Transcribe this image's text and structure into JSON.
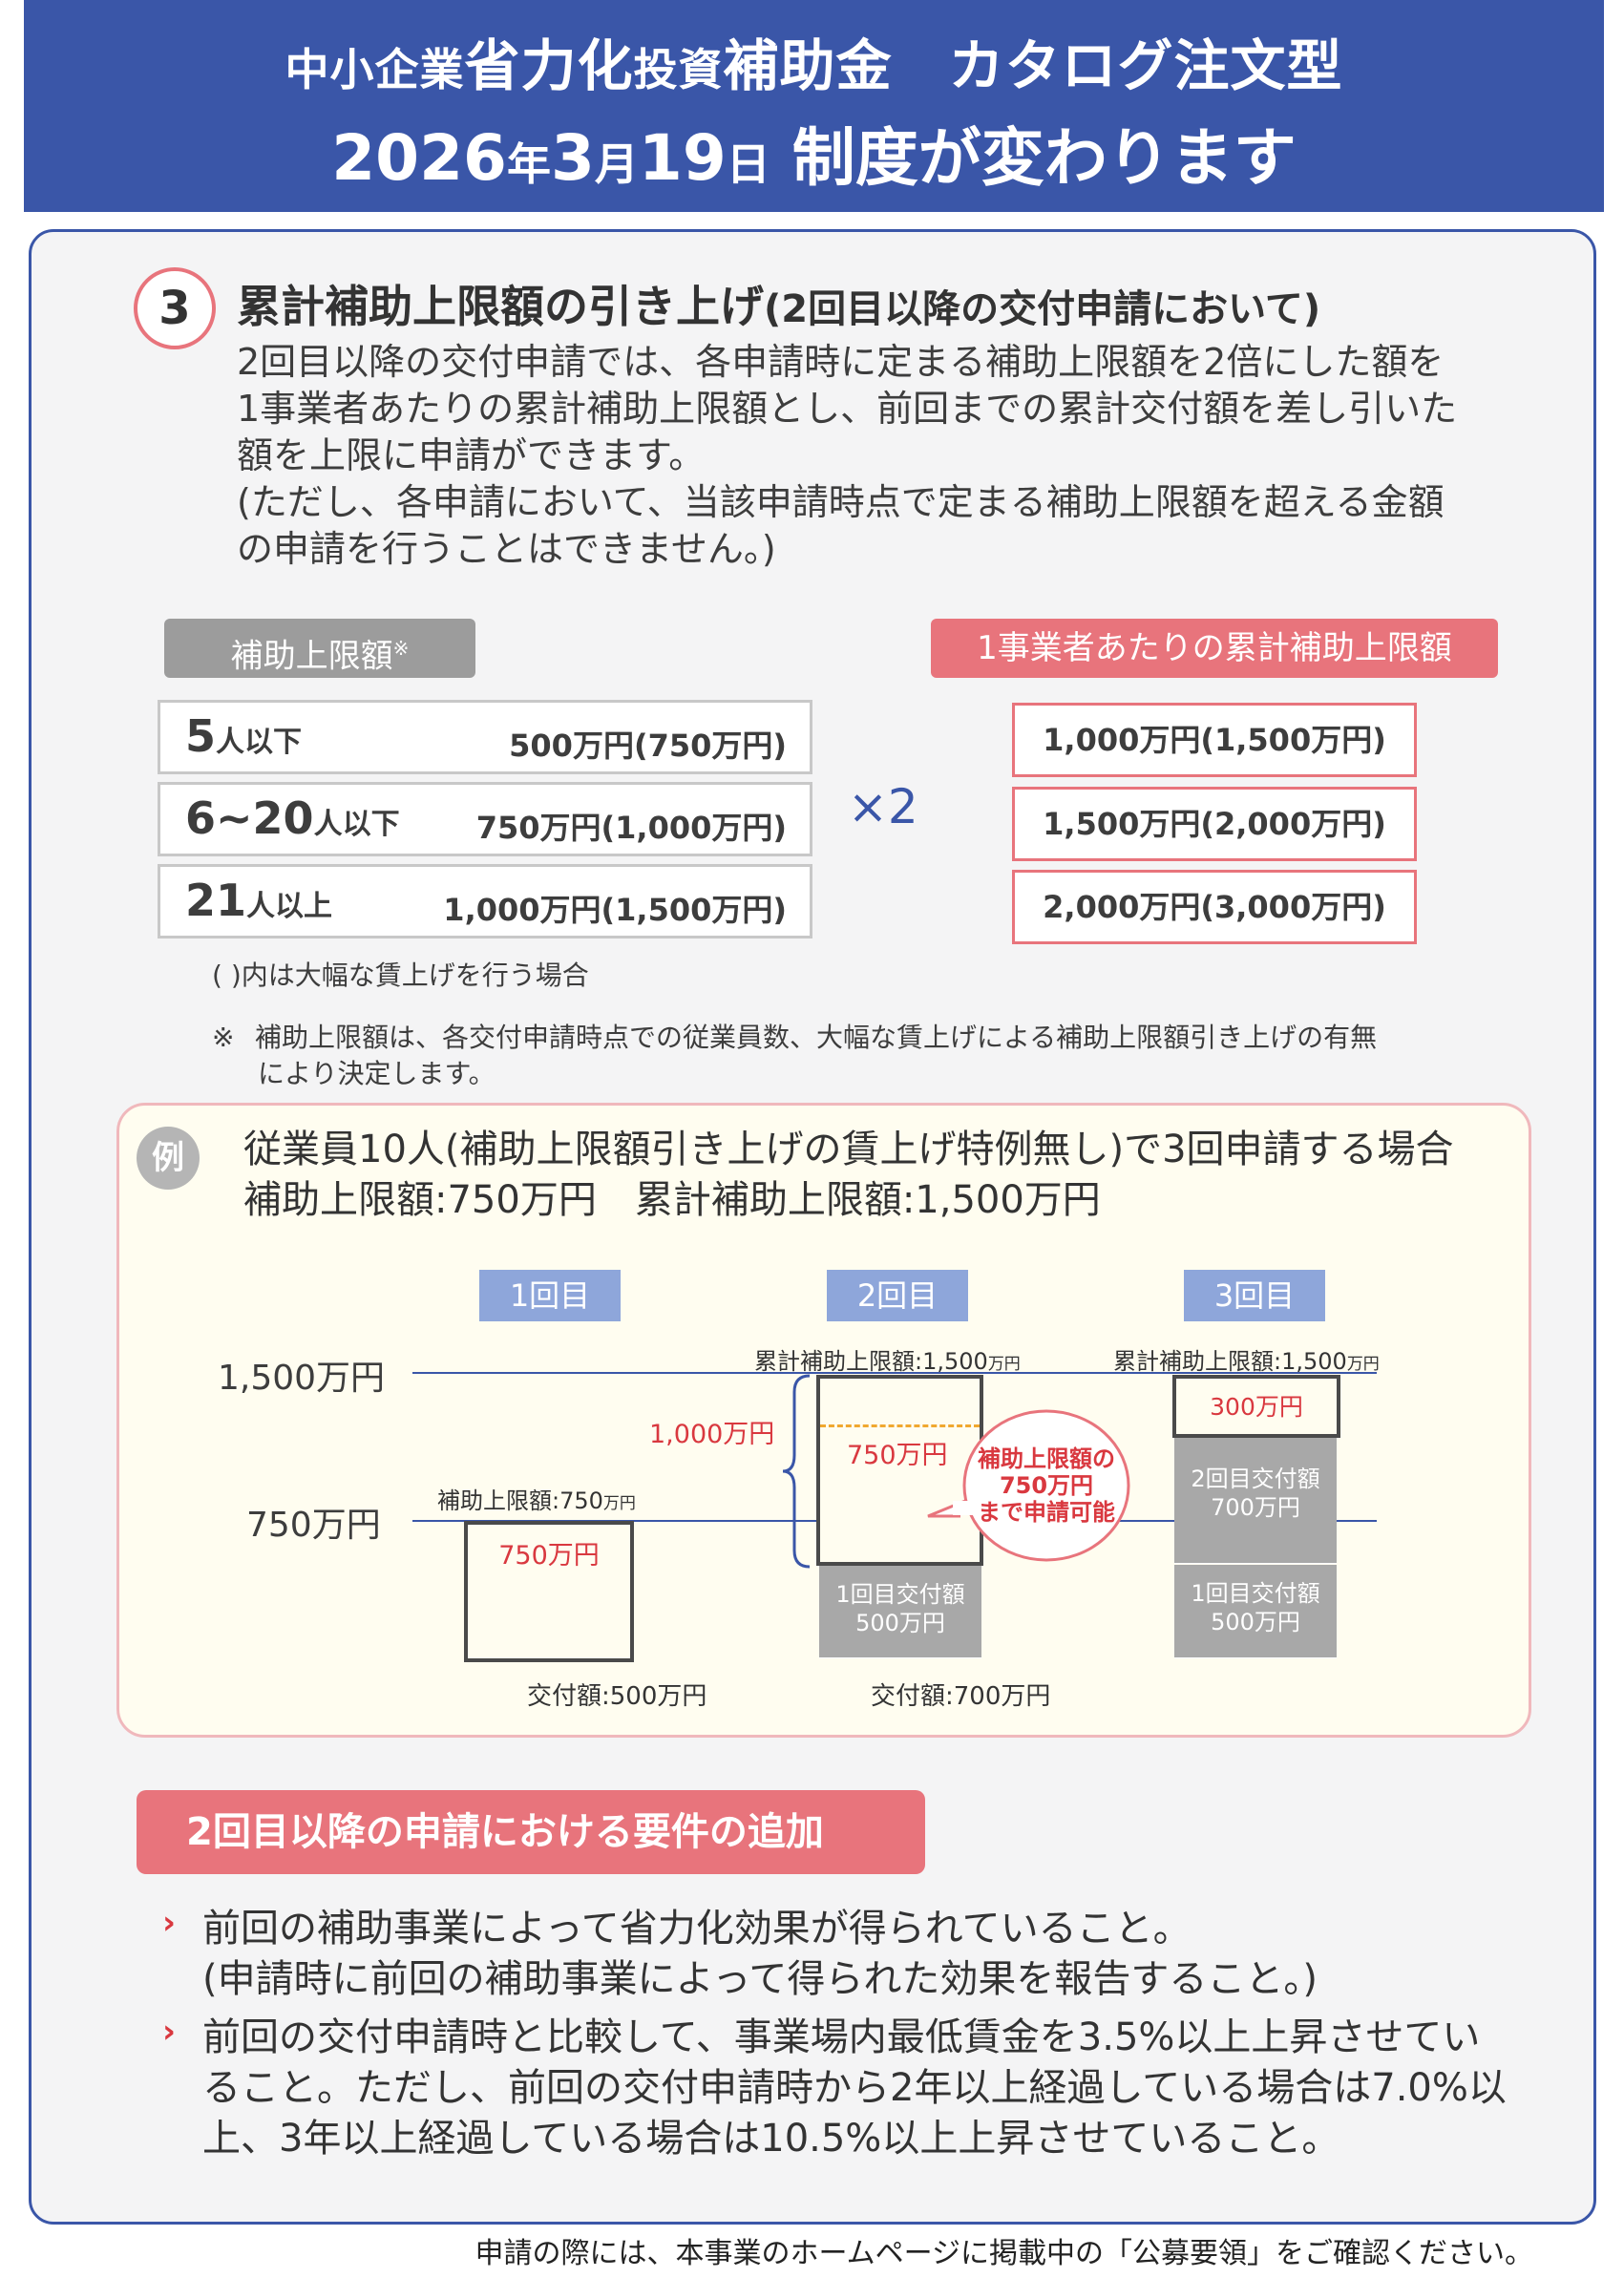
{
  "header": {
    "line1_parts": [
      "中小企業",
      "省力化",
      "投資",
      "補助金",
      "　カタログ注文型"
    ],
    "line2_parts": [
      "2026",
      "年",
      "3",
      "月",
      "19",
      "日",
      " 制度が変わります"
    ]
  },
  "section": {
    "number": "3",
    "title": "累計補助上限額の引き上げ",
    "subtitle": "(2回目以降の交付申請において)",
    "body_lines": [
      "2回目以降の交付申請では、各申請時に定まる補助上限額を2倍にした額を",
      "1事業者あたりの累計補助上限額とし、前回までの累計交付額を差し引いた",
      "額を上限に申請ができます。",
      "(ただし、各申請において、当該申請時点で定まる補助上限額を超える金額",
      "の申請を行うことはできません。)"
    ]
  },
  "limit_table": {
    "left_header": "補助上限額",
    "left_header_mark": "※",
    "right_header": "1事業者あたりの累計補助上限額",
    "multiplier": "×2",
    "rows": [
      {
        "size_num": "5",
        "size_unit": "人以下",
        "limit": "500万円(750万円)",
        "cumulative": "1,000万円(1,500万円)"
      },
      {
        "size_num": "6~20",
        "size_unit": "人以下",
        "limit": "750万円(1,000万円)",
        "cumulative": "1,500万円(2,000万円)"
      },
      {
        "size_num": "21",
        "size_unit": "人以上",
        "limit": "1,000万円(1,500万円)",
        "cumulative": "2,000万円(3,000万円)"
      }
    ],
    "paren_note": "( )内は大幅な賃上げを行う場合",
    "footnote_mark": "※",
    "footnote_lines": [
      "補助上限額は、各交付申請時点での従業員数、大幅な賃上げによる補助上限額引き上げの有無",
      "により決定します。"
    ]
  },
  "example": {
    "badge": "例",
    "line1": "従業員10人(補助上限額引き上げの賃上げ特例無し)で3回申請する場合",
    "line2": "補助上限額:750万円　累計補助上限額:1,500万円",
    "rounds": [
      "1回目",
      "2回目",
      "3回目"
    ],
    "y_high": "1,500万円",
    "y_low": "750万円",
    "cap_label_prefix": "累計補助上限額:",
    "cap_label_value": "1,500",
    "cap_label_unit": "万円",
    "limit_label_prefix": "補助上限額:",
    "limit_label_value": "750",
    "limit_label_unit": "万円",
    "r1_box": "750万円",
    "r1_granted": "交付額:500万円",
    "r2_bracket": "1,000万円",
    "r2_box": "750万円",
    "r2_prev_line1": "1回目交付額",
    "r2_prev_line2": "500万円",
    "r2_granted": "交付額:700万円",
    "bubble_lines": [
      "補助上限額の",
      "750万円",
      "まで申請可能"
    ],
    "r3_box": "300万円",
    "r3_second_line1": "2回目交付額",
    "r3_second_line2": "700万円",
    "r3_first_line1": "1回目交付額",
    "r3_first_line2": "500万円"
  },
  "requirements": {
    "title": "2回目以降の申請における要件の追加",
    "bullet": "›",
    "items": [
      {
        "lines": [
          "前回の補助事業によって省力化効果が得られていること。",
          "(申請時に前回の補助事業によって得られた効果を報告すること。)"
        ]
      },
      {
        "lines": [
          "前回の交付申請時と比較して、事業場内最低賃金を3.5%以上上昇させてい",
          "ること。ただし、前回の交付申請時から2年以上経過している場合は7.0%以",
          "上、3年以上経過している場合は10.5%以上上昇させていること。"
        ]
      }
    ]
  },
  "footer": "申請の際には、本事業のホームページに掲載中の「公募要領」をご確認ください。",
  "colors": {
    "brand_blue": "#3a56a8",
    "accent_pink": "#e8747c",
    "red_text": "#d9383f",
    "round_label": "#8ea6da",
    "gray_block": "#a8a8a8",
    "dashed_orange": "#f0a830"
  }
}
